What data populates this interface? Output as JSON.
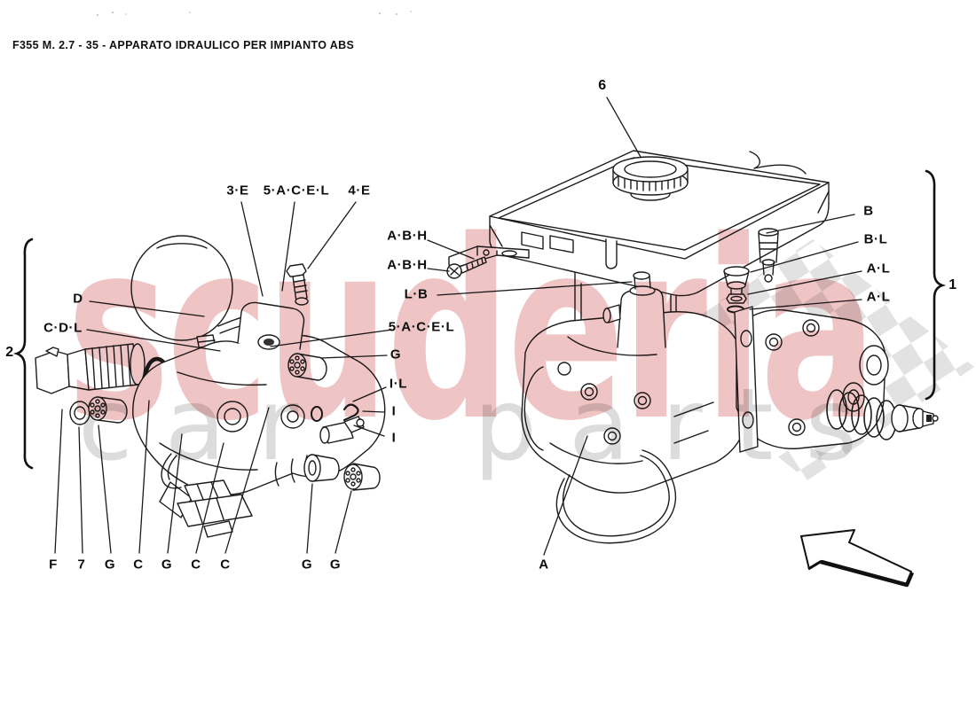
{
  "header": {
    "title": "F355 M. 2.7 - 35 - APPARATO IDRAULICO PER IMPIANTO ABS"
  },
  "watermark": {
    "brand": "scuderia",
    "subtitle": "car parts",
    "brand_color": "#d86b6f",
    "subtitle_color": "#d9d9d9",
    "checker_color": "#e2e2e2"
  },
  "icons": {
    "direction_arrow": "up-left-outline-arrow"
  },
  "callouts": {
    "top": [
      {
        "id": "cap",
        "label": "6"
      }
    ],
    "right_column": [
      {
        "id": "b",
        "label": "B"
      },
      {
        "id": "b-l",
        "label": "B·L"
      },
      {
        "id": "a-l-1",
        "label": "A·L"
      },
      {
        "id": "a-l-2",
        "label": "A·L"
      }
    ],
    "brackets": [
      {
        "id": "group-left",
        "label": "2"
      },
      {
        "id": "group-right",
        "label": "1"
      }
    ],
    "left_column": [
      {
        "id": "d",
        "label": "D"
      },
      {
        "id": "c-d-l",
        "label": "C·D·L"
      }
    ],
    "upper_middle": [
      {
        "id": "3-e",
        "label": "3·E"
      },
      {
        "id": "5-acel-top",
        "label": "5·A·C·E·L"
      },
      {
        "id": "4-e",
        "label": "4·E"
      }
    ],
    "middle_column": [
      {
        "id": "a-b-h-1",
        "label": "A·B·H"
      },
      {
        "id": "a-b-h-2",
        "label": "A·B·H"
      },
      {
        "id": "l-b",
        "label": "L·B"
      },
      {
        "id": "5-acel-mid",
        "label": "5·A·C·E·L"
      },
      {
        "id": "g-mid",
        "label": "G"
      },
      {
        "id": "i-l",
        "label": "I·L"
      },
      {
        "id": "i-1",
        "label": "I"
      },
      {
        "id": "i-2",
        "label": "I"
      }
    ],
    "bottom_row": [
      {
        "id": "f",
        "label": "F"
      },
      {
        "id": "7",
        "label": "7"
      },
      {
        "id": "g-1",
        "label": "G"
      },
      {
        "id": "c-1",
        "label": "C"
      },
      {
        "id": "g-2",
        "label": "G"
      },
      {
        "id": "c-2",
        "label": "C"
      },
      {
        "id": "c-3",
        "label": "C"
      },
      {
        "id": "g-3",
        "label": "G"
      },
      {
        "id": "g-4",
        "label": "G"
      },
      {
        "id": "a",
        "label": "A"
      }
    ]
  }
}
